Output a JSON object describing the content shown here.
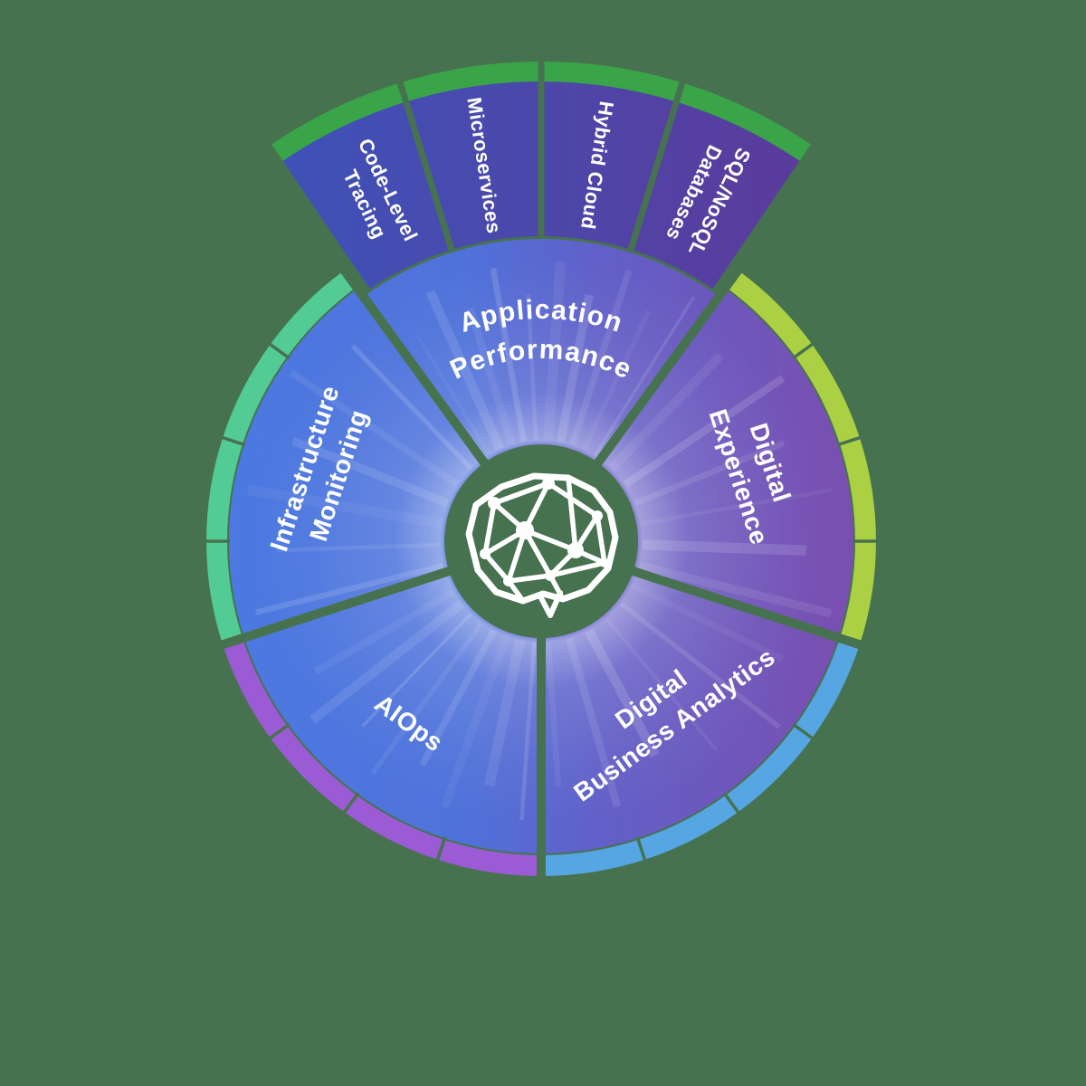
{
  "wheel": {
    "center_icon": "brain-network",
    "background": "#47724F",
    "text_color": "#FFFFFF",
    "body_gradient": {
      "left": "#4C7AE2",
      "mid": "#6160C8",
      "right": "#7C4DAE"
    },
    "fan_gradient": {
      "left": "#3E52B8",
      "right": "#5C3A9A"
    },
    "segments": [
      {
        "id": "application-performance",
        "label": [
          "Application",
          "Performance"
        ],
        "accent": "#3AA449"
      },
      {
        "id": "digital-experience",
        "label": [
          "Digital",
          "Experience"
        ],
        "accent": "#ACD043"
      },
      {
        "id": "digital-business-analytics",
        "label": [
          "Digital",
          "Business Analytics"
        ],
        "accent": "#55A6E2"
      },
      {
        "id": "aiops",
        "label": [
          "AIOps"
        ],
        "accent": "#9A5BD4"
      },
      {
        "id": "infrastructure-monitoring",
        "label": [
          "Infrastructure",
          "Monitoring"
        ],
        "accent": "#52CB95"
      }
    ],
    "sub_segments": [
      {
        "id": "code-level-tracing",
        "label": [
          "Code-Level",
          "Tracing"
        ]
      },
      {
        "id": "microservices",
        "label": [
          "Microservices"
        ]
      },
      {
        "id": "hybrid-cloud",
        "label": [
          "Hybrid Cloud"
        ]
      },
      {
        "id": "sql-nosql-databases",
        "label": [
          "SQL/NoSQL",
          "Databases"
        ]
      }
    ]
  }
}
